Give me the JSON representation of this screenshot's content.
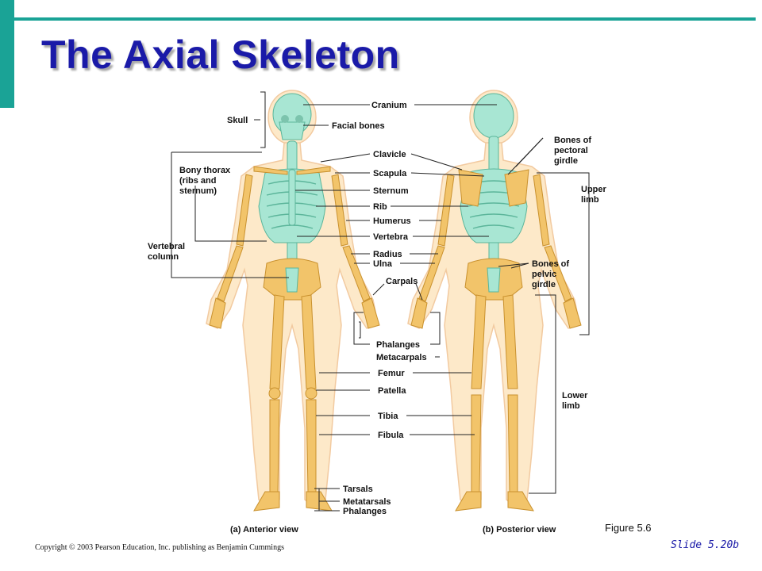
{
  "slide": {
    "title": "The Axial Skeleton",
    "figure_ref": "Figure 5.6",
    "slide_number": "Slide 5.20b",
    "copyright": "Copyright © 2003 Pearson Education, Inc. publishing as Benjamin Cummings"
  },
  "colors": {
    "accent": "#1aa396",
    "title": "#1a1aa8",
    "axial_bone": "#a8e6d3",
    "appendicular_bone": "#f2c46a",
    "body": "#fde9c9"
  },
  "labels": {
    "skull": "Skull",
    "cranium": "Cranium",
    "facial_bones": "Facial bones",
    "bony_thorax_1": "Bony thorax",
    "bony_thorax_2": "(ribs and",
    "bony_thorax_3": "sternum)",
    "vertebral_column_1": "Vertebral",
    "vertebral_column_2": "column",
    "clavicle": "Clavicle",
    "scapula": "Scapula",
    "sternum": "Sternum",
    "rib": "Rib",
    "humerus": "Humerus",
    "vertebra": "Vertebra",
    "radius": "Radius",
    "ulna": "Ulna",
    "carpals": "Carpals",
    "phalanges_hand": "Phalanges",
    "metacarpals": "Metacarpals",
    "femur": "Femur",
    "patella": "Patella",
    "tibia": "Tibia",
    "fibula": "Fibula",
    "tarsals": "Tarsals",
    "metatarsals": "Metatarsals",
    "phalanges_foot": "Phalanges",
    "pectoral_girdle_1": "Bones of",
    "pectoral_girdle_2": "pectoral",
    "pectoral_girdle_3": "girdle",
    "upper_limb_1": "Upper",
    "upper_limb_2": "limb",
    "pelvic_girdle_1": "Bones of",
    "pelvic_girdle_2": "pelvic",
    "pelvic_girdle_3": "girdle",
    "lower_limb_1": "Lower",
    "lower_limb_2": "limb"
  },
  "views": {
    "anterior": "(a) Anterior view",
    "posterior": "(b) Posterior view"
  }
}
